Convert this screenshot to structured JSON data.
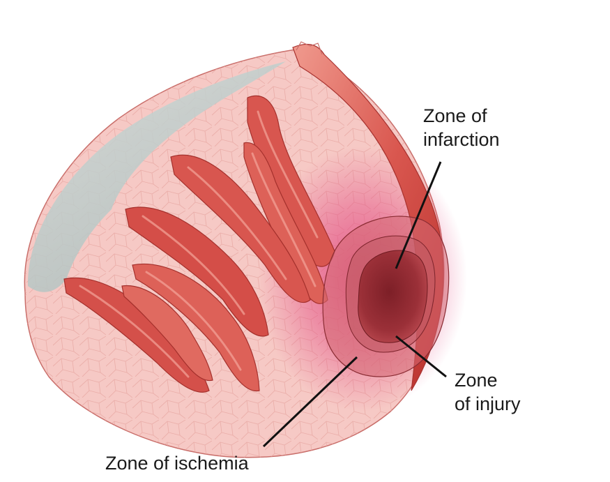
{
  "labels": {
    "infarction": [
      "Zone of",
      "infarction"
    ],
    "injury": [
      "Zone",
      "of injury"
    ],
    "ischemia": "Zone of ischemia"
  },
  "colors": {
    "tissue": "#f6c9c5",
    "tissue_grid": "#e9a8a4",
    "muscle": "#d9574f",
    "muscle_dark": "#b3302e",
    "muscle_light": "#ee8a80",
    "ischemia_blush": "#e2467f",
    "injury_ring": "#c45a62",
    "infarct_core": "#8e2a30",
    "chamber_shadow": "#bcc9c8",
    "leader_line": "#111111"
  }
}
